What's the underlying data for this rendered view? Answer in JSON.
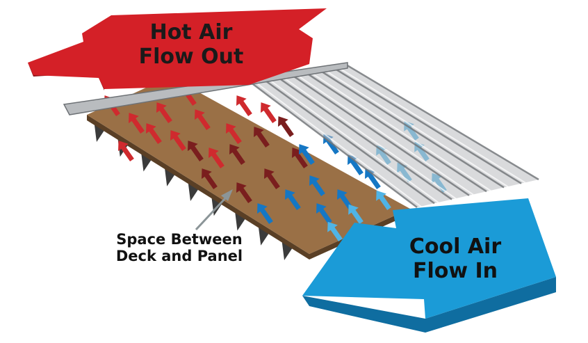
{
  "labels": {
    "hot_line1": "Hot Air",
    "hot_line2": "Flow Out",
    "cool_line1": "Cool Air",
    "cool_line2": "Flow In",
    "space_line1": "Space Between",
    "space_line2": "Deck and Panel"
  },
  "colors": {
    "hot_arrow": "#d42027",
    "hot_arrow_side": "#8e1418",
    "cool_arrow": "#1b9bd7",
    "cool_arrow_side": "#0f6da0",
    "deck": "#9a7046",
    "deck_edge": "#5a3f25",
    "panel_metal": "#b9bcbf",
    "panel_edge": "#6e7276",
    "rafter": "#3b3b3b",
    "arrow_red": "#cf2a2e",
    "arrow_maroon": "#7a1e1e",
    "arrow_blue": "#1577c4",
    "arrow_light_blue": "#4fb4e6",
    "leader_line": "#8b9598"
  }
}
